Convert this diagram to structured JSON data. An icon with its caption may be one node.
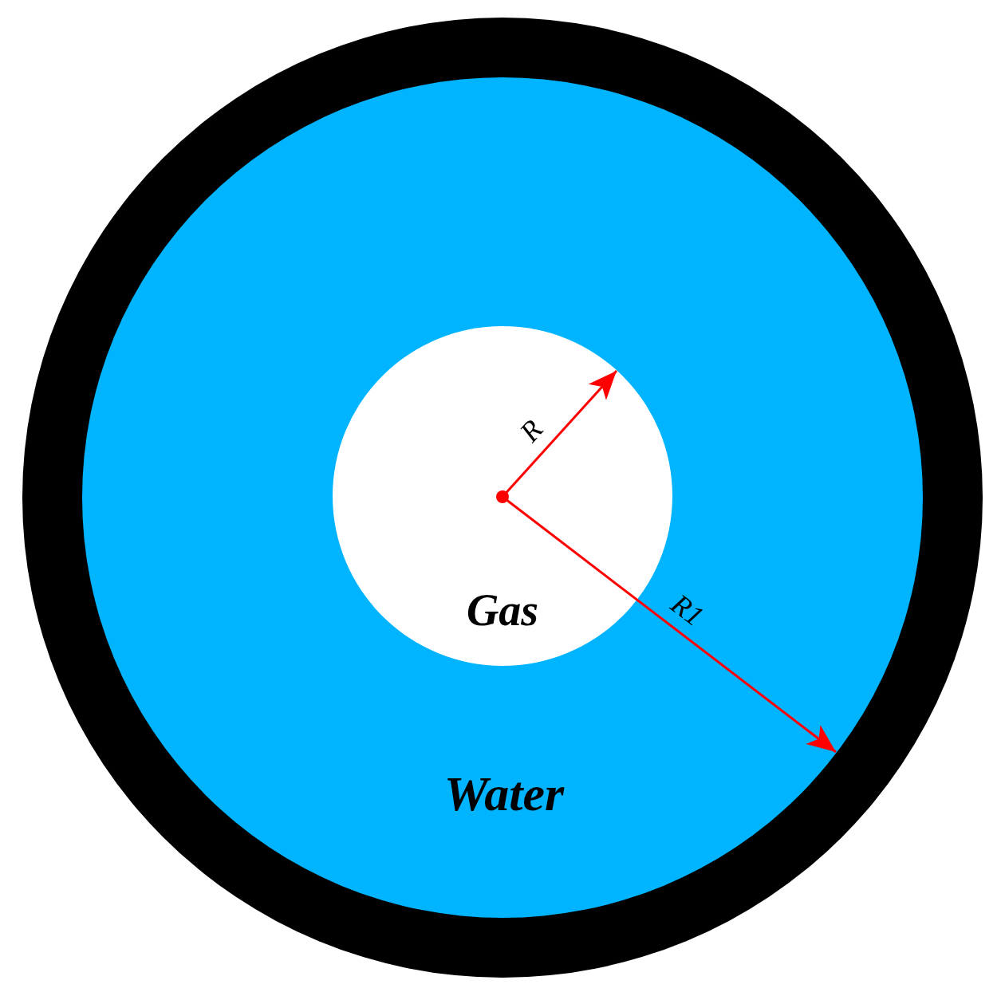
{
  "diagram": {
    "nodes": [
      {
        "text": [],
        "shape": "circle"
      },
      {
        "text": [
          "Water"
        ],
        "in": 0
      },
      {
        "text": [
          "Gas"
        ],
        "in": 1
      }
    ],
    "labels": [
      "R",
      "R1"
    ]
  }
}
